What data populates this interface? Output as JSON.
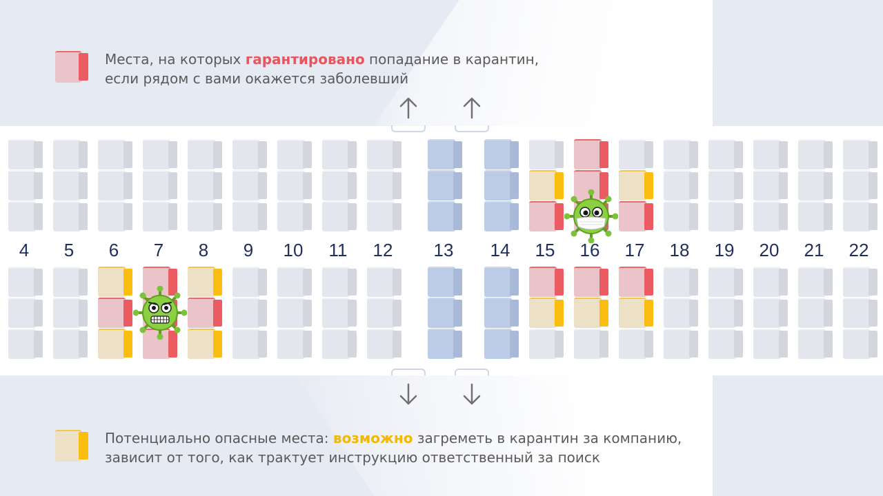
{
  "legend": {
    "red": {
      "line1_before": "Места, на которых ",
      "line1_highlight": "гарантировано",
      "line1_after": " попадание в карантин,",
      "line2": "если рядом с вами окажется заболевший",
      "color": "#e8555c"
    },
    "yellow": {
      "line1_before": "Потенциально опасные места: ",
      "line1_highlight": "возможно",
      "line1_after": " загреметь в карантин за компанию,",
      "line2": "зависит от того, как трактует инструкцию ответственный за поиск",
      "color": "#f5b800"
    }
  },
  "rows": [
    "4",
    "5",
    "6",
    "7",
    "8",
    "9",
    "10",
    "11",
    "12",
    "13",
    "14",
    "15",
    "16",
    "17",
    "18",
    "19",
    "20",
    "21",
    "22"
  ],
  "exit_rows": [
    "13",
    "14"
  ],
  "seat_states": {
    "top": {
      "15": [
        "normal",
        "risk",
        "danger"
      ],
      "16": [
        "danger",
        "danger",
        "danger"
      ],
      "17": [
        "normal",
        "risk",
        "danger"
      ]
    },
    "bottom": {
      "6": [
        "risk",
        "danger",
        "risk"
      ],
      "7": [
        "danger",
        "danger",
        "danger"
      ],
      "8": [
        "risk",
        "danger",
        "risk"
      ],
      "15": [
        "danger",
        "risk",
        "normal"
      ],
      "16": [
        "danger",
        "risk",
        "normal"
      ],
      "17": [
        "danger",
        "risk",
        "normal"
      ]
    }
  },
  "infected": [
    {
      "row": "16",
      "block": "top",
      "seat": 3,
      "icon": "virus-masked-icon"
    },
    {
      "row": "7",
      "block": "bottom",
      "seat": 2,
      "icon": "virus-grimacing-icon"
    }
  ],
  "icons": {
    "arrows_up": [
      "arrow-up-icon",
      "arrow-up-icon"
    ],
    "arrows_down": [
      "arrow-down-icon",
      "arrow-down-icon"
    ]
  }
}
